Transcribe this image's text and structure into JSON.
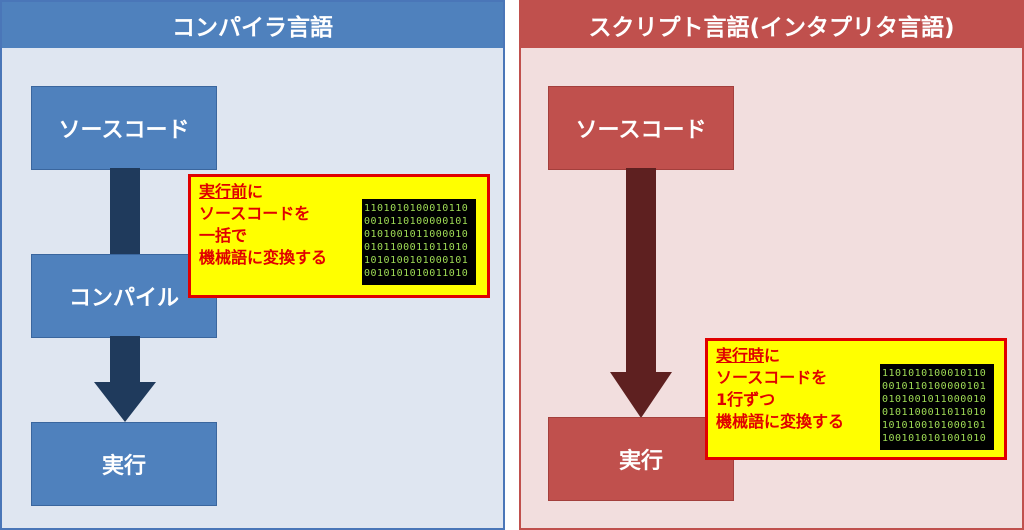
{
  "left": {
    "title": "コンパイラ言語",
    "source_label": "ソースコード",
    "compile_label": "コンパイル",
    "execute_label": "実行",
    "note": {
      "line1_underlined": "実行前",
      "line1_rest": "に",
      "line2": "ソースコードを",
      "line3": "一括で",
      "line4": "機械語に変換する"
    },
    "binary": [
      "1101010100010110",
      "0010110100000101",
      "0101001011000010",
      "0101100011011010",
      "1010100101000101",
      "0010101010011010"
    ]
  },
  "right": {
    "title": "スクリプト言語(インタプリタ言語)",
    "source_label": "ソースコード",
    "execute_label": "実行",
    "note": {
      "line1_underlined": "実行時",
      "line1_rest": "に",
      "line2": "ソースコードを",
      "line3": "1行ずつ",
      "line4": "機械語に変換する"
    },
    "binary": [
      "1101010100010110",
      "0010110100000101",
      "0101001011000010",
      "0101100011011010",
      "1010100101000101",
      "1001010101001010"
    ]
  },
  "colors": {
    "blue_box": "#4f81bd",
    "blue_arrow": "#1f3a5c",
    "red_box": "#c0504d",
    "red_arrow": "#5e2020",
    "note_bg": "#ffff00",
    "note_text": "#e00000"
  }
}
